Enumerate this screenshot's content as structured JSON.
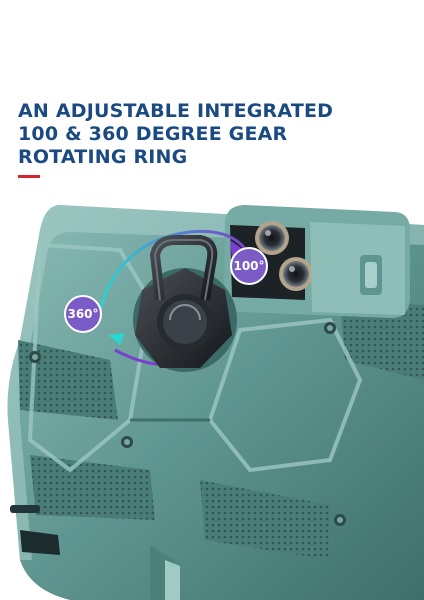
{
  "headline": {
    "lines": [
      "AN ADJUSTABLE INTEGRATED",
      "100 & 360 DEGREE GEAR",
      "ROTATING RING"
    ],
    "color": "#1b4a82"
  },
  "accent_color": "#d5262b",
  "product": {
    "case_color": "#5f9590",
    "badges": {
      "rotate": "360°",
      "tilt": "100°"
    },
    "badge_color": "#7b5cc7"
  }
}
